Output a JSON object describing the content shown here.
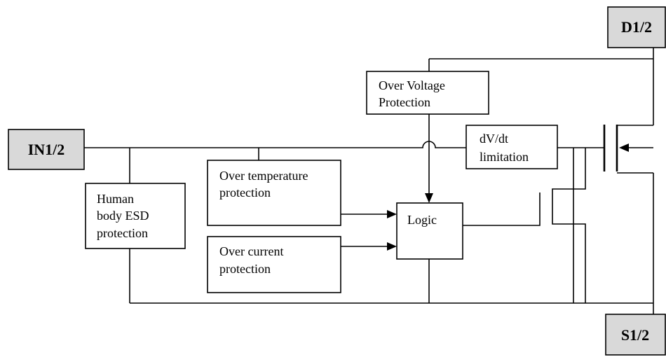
{
  "terminals": {
    "in": "IN1/2",
    "drain": "D1/2",
    "source": "S1/2"
  },
  "blocks": {
    "esd": [
      "Human",
      "body ESD",
      "protection"
    ],
    "over_temp": [
      "Over temperature",
      "protection"
    ],
    "over_current": [
      "Over current",
      "protection"
    ],
    "over_voltage": [
      "Over Voltage",
      "Protection"
    ],
    "logic": [
      "Logic"
    ],
    "dvdt": [
      "dV/dt",
      "limitation"
    ]
  }
}
